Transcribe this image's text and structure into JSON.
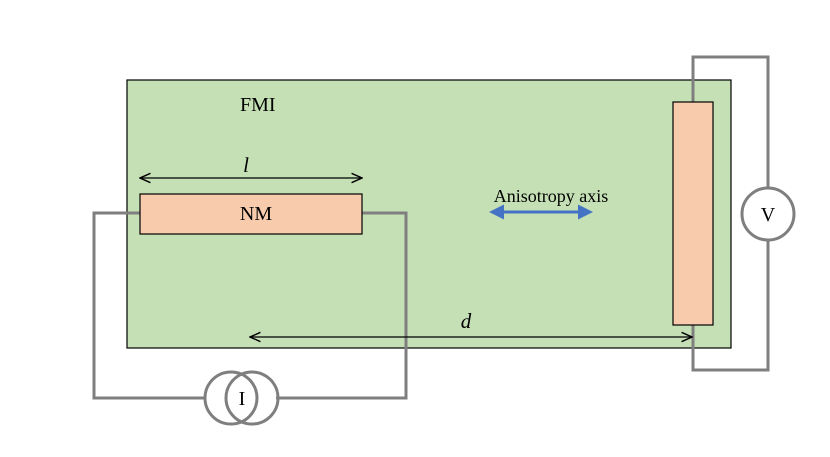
{
  "diagram": {
    "fmi_label": "FMI",
    "nm_label": "NM",
    "length_label": "l",
    "distance_label": "d",
    "anisotropy_label": "Anisotropy axis",
    "current_source_label": "I",
    "voltmeter_label": "V"
  },
  "colors": {
    "fmi_fill": "#c5e0b4",
    "electrode_fill": "#f8cbad",
    "wire": "#7f7f7f",
    "outline": "#000000",
    "arrow_blue": "#4472c4"
  }
}
